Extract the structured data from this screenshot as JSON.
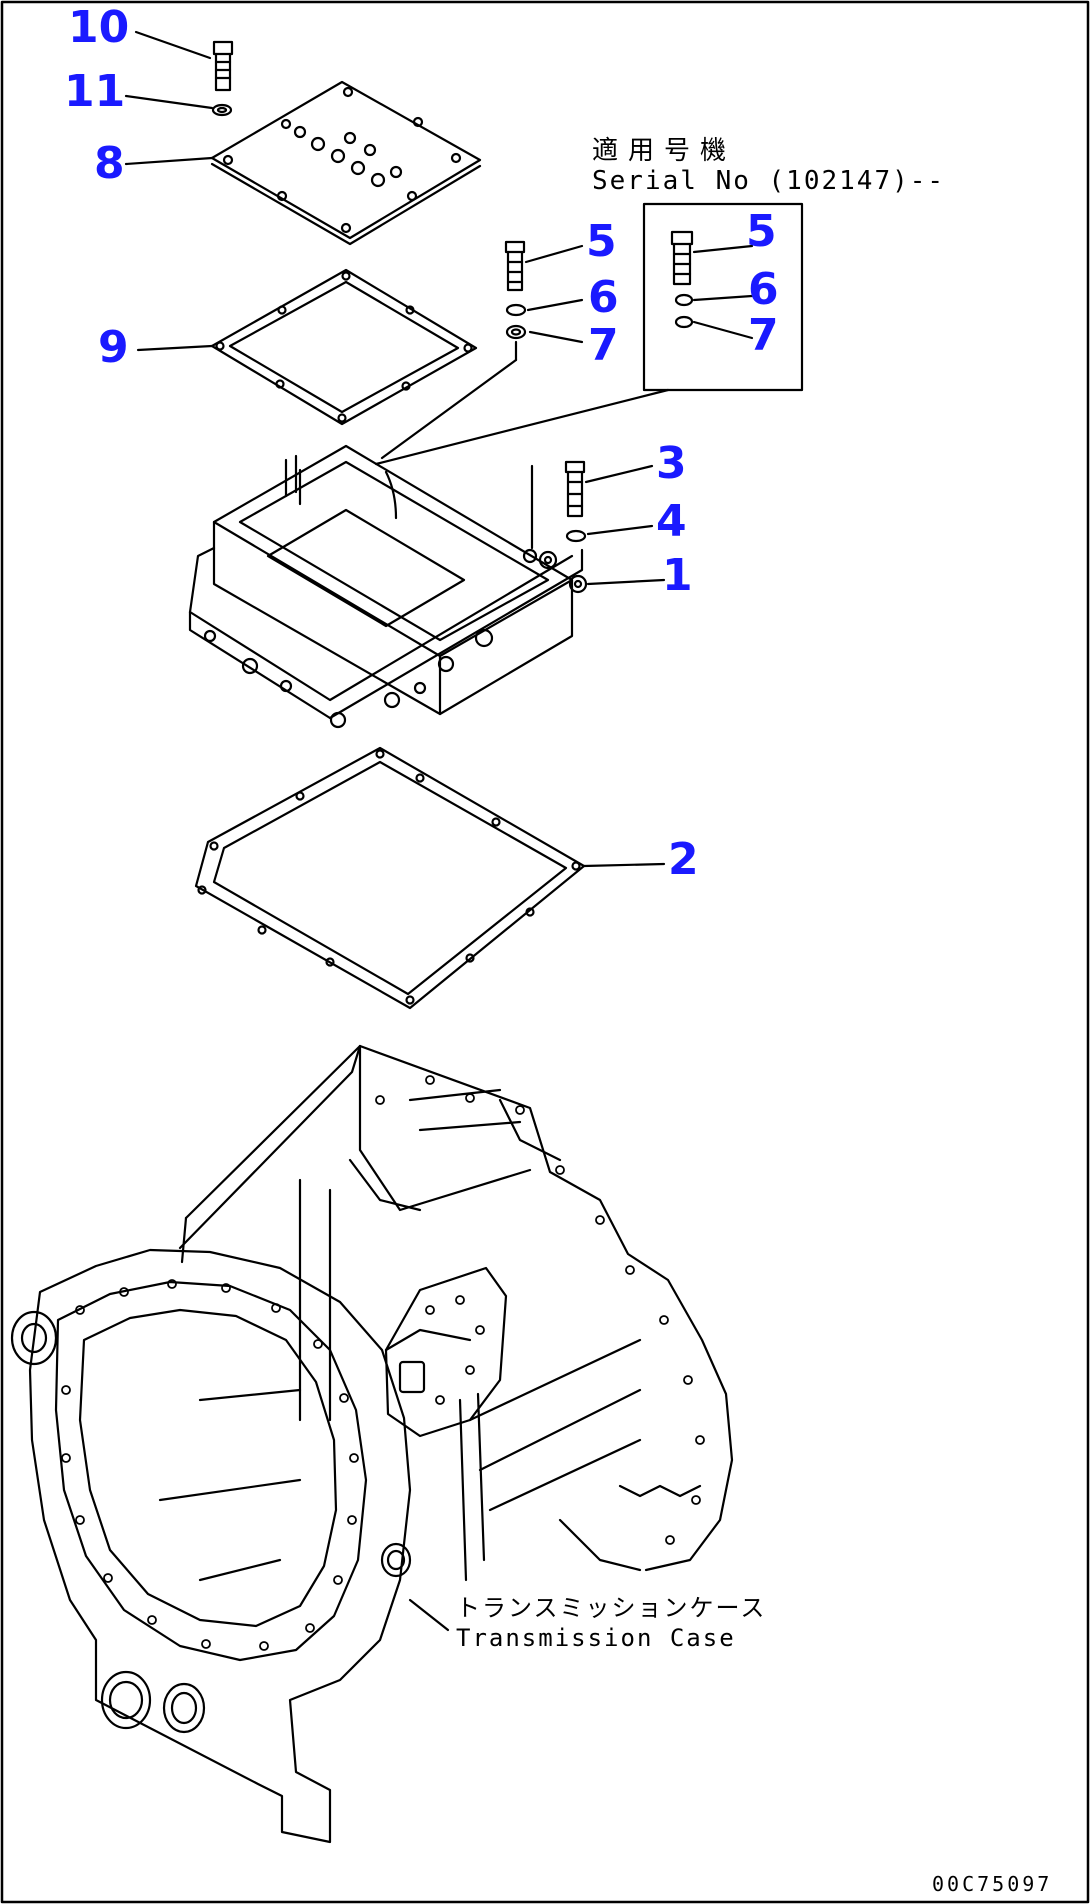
{
  "callouts": {
    "p1": "1",
    "p2": "2",
    "p3": "3",
    "p4": "4",
    "p5a": "5",
    "p6a": "6",
    "p7a": "7",
    "p5b": "5",
    "p6b": "6",
    "p7b": "7",
    "p8": "8",
    "p9": "9",
    "p10": "10",
    "p11": "11"
  },
  "serial_note": {
    "jp": "適用号機",
    "en": "Serial No (102147)--"
  },
  "case_label": {
    "jp": "トランスミッションケース",
    "en": "Transmission Case"
  },
  "drawing_code": "00C75097",
  "colors": {
    "callout": "#1a1aff",
    "line": "#000000",
    "background": "#ffffff"
  }
}
